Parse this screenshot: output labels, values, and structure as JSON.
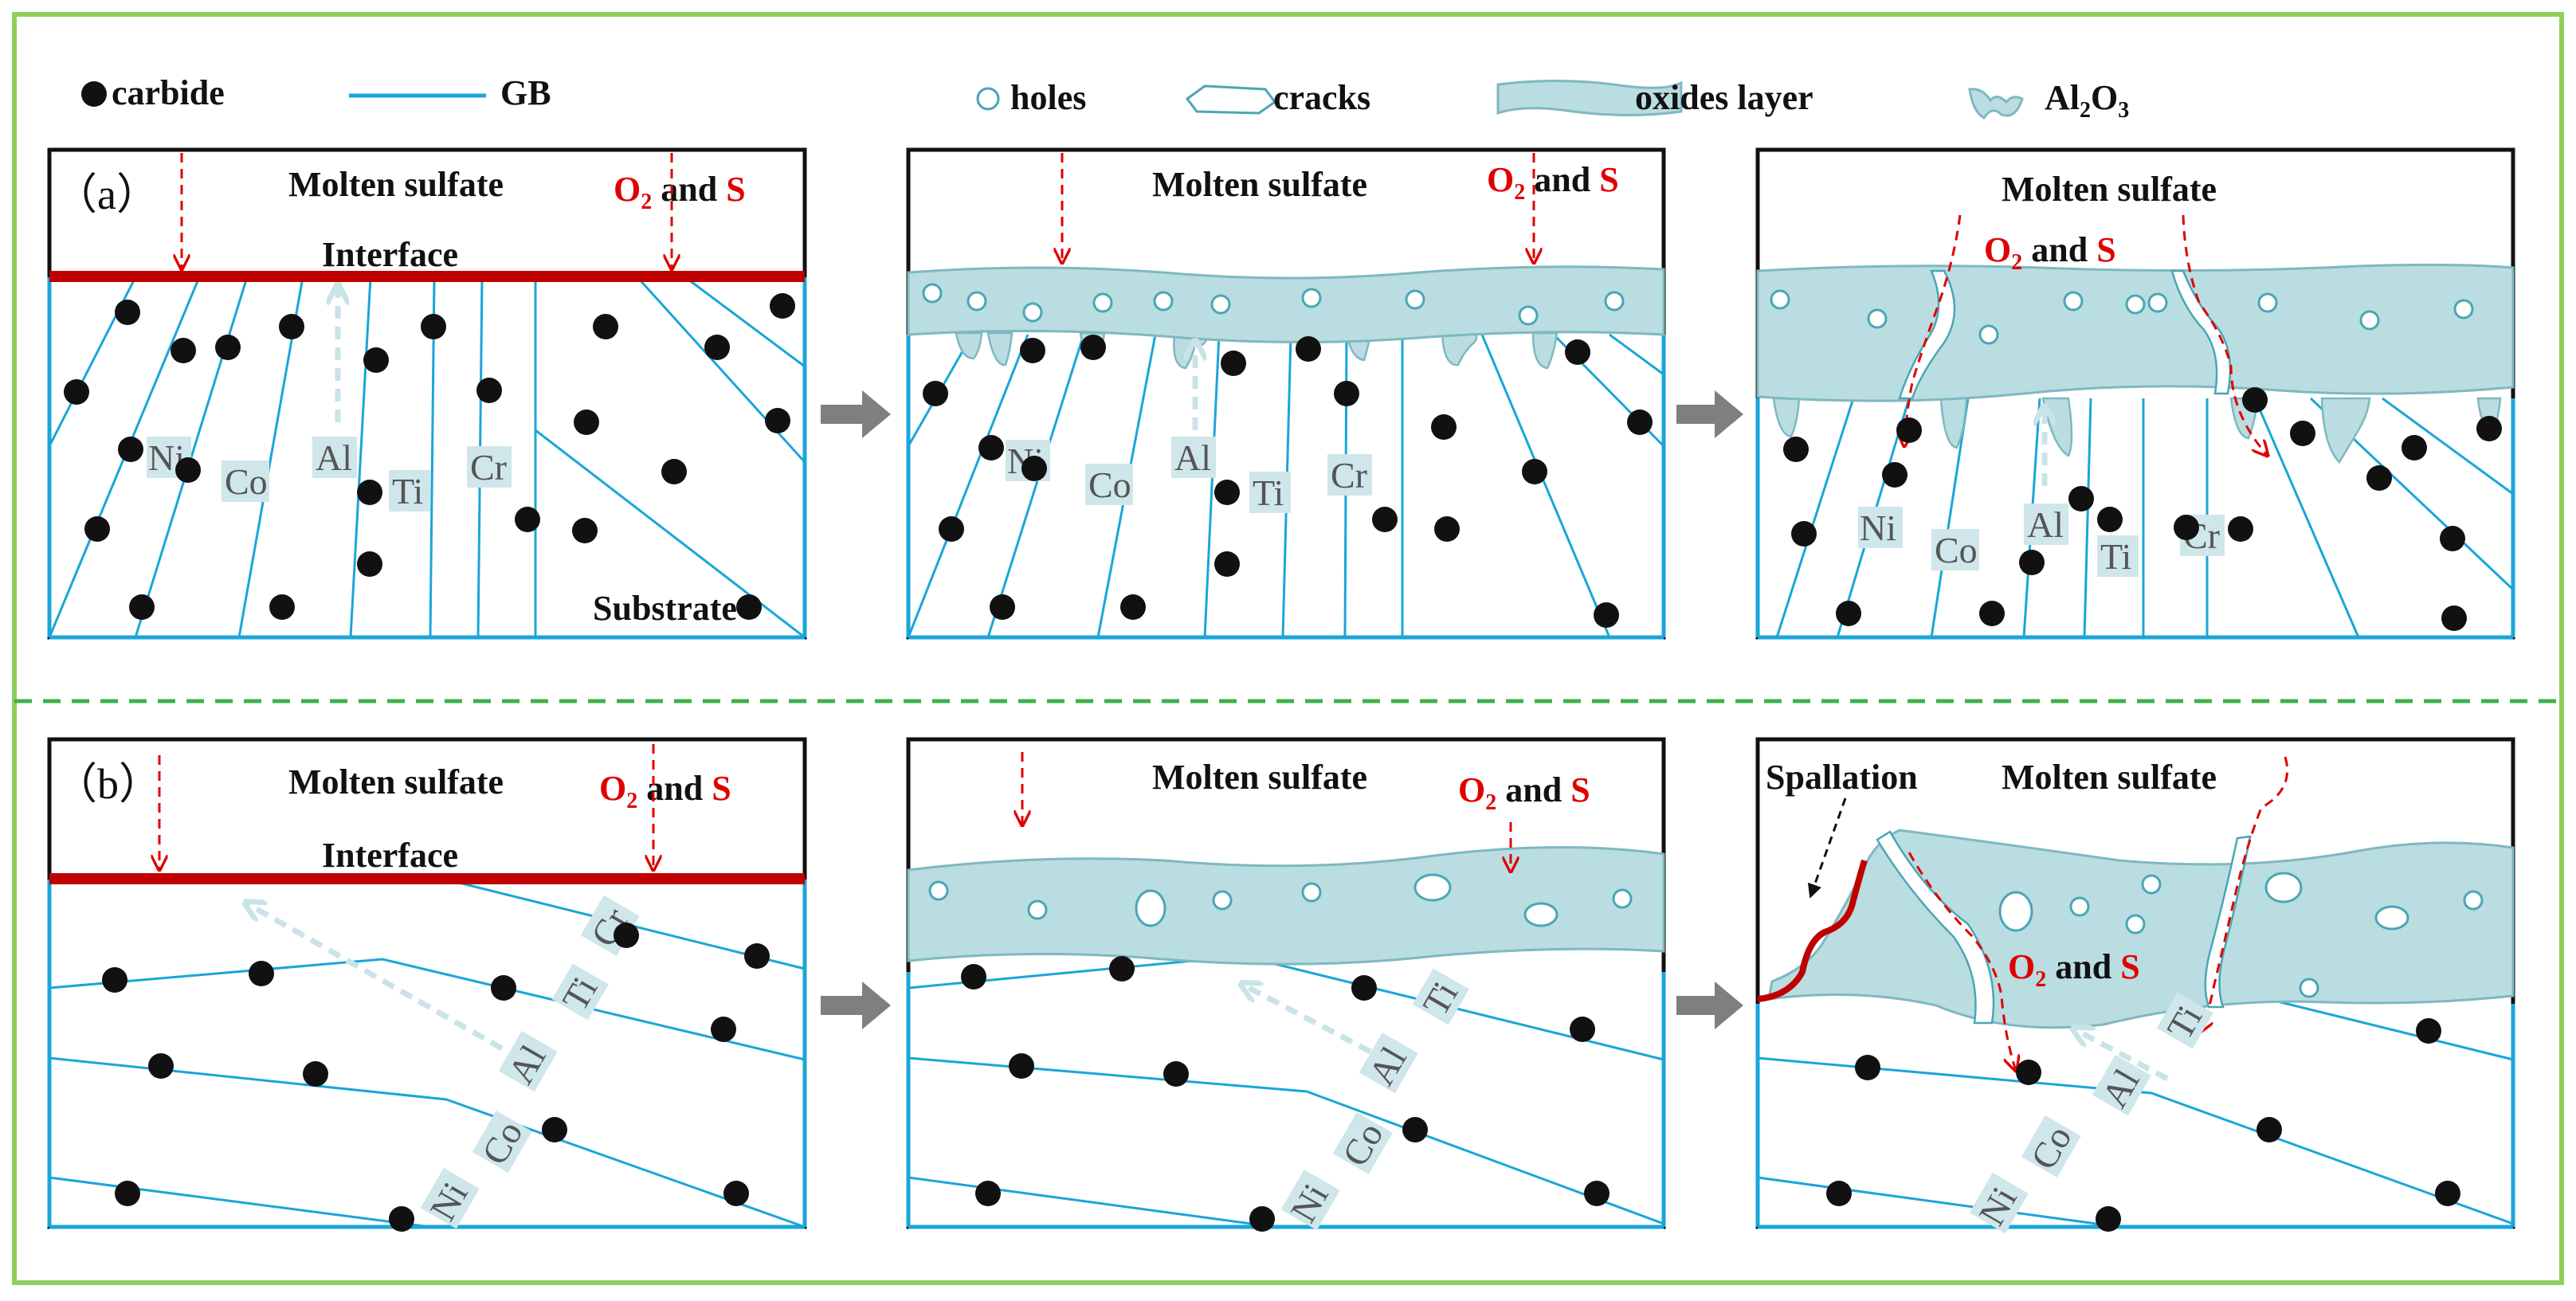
{
  "legend": {
    "carbide": "carbide",
    "gb": "GB",
    "holes": "holes",
    "cracks": "cracks",
    "oxides_layer": "oxides layer",
    "al2o3_main": "Al",
    "al2o3_sub1": "2",
    "al2o3_o": "O",
    "al2o3_sub2": "3"
  },
  "labels": {
    "a": "（a）",
    "b": "（b）",
    "molten_sulfate": "Molten sulfate",
    "interface": "Interface",
    "substrate": "Substrate",
    "spallation": "Spallation",
    "o": "O",
    "o_sub": "2",
    "and": " and ",
    "s": "S"
  },
  "elements": {
    "ni": "Ni",
    "co": "Co",
    "al": "Al",
    "ti": "Ti",
    "cr": "Cr"
  },
  "colors": {
    "frame_green": "#8fcf5f",
    "divider_green": "#3fb04a",
    "grain_boundary": "#1aa6d8",
    "oxide_fill": "#b9dde1",
    "oxide_stroke": "#7fb8c0",
    "interface_red": "#c00000",
    "arrow_red": "#e00000",
    "arrow_gray": "#7f7f7f",
    "diffusion_arrow": "#c9e3e8"
  }
}
